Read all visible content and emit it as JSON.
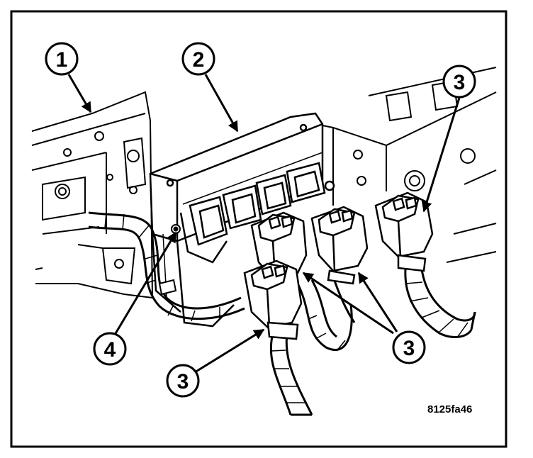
{
  "callouts": [
    {
      "id": "c1",
      "label": "1"
    },
    {
      "id": "c2",
      "label": "2"
    },
    {
      "id": "c3a",
      "label": "3"
    },
    {
      "id": "c3b",
      "label": "3"
    },
    {
      "id": "c3c",
      "label": "3"
    },
    {
      "id": "c4",
      "label": "4"
    }
  ],
  "figure_id": "8125fa46",
  "colors": {
    "ink": "#000000",
    "paper": "#ffffff"
  }
}
